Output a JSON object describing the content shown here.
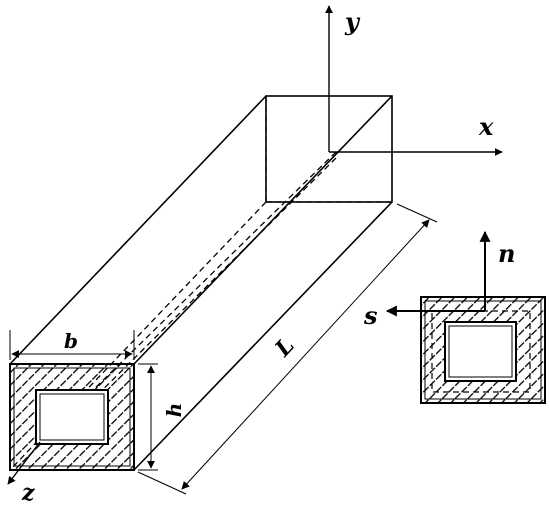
{
  "diagram": {
    "labels": {
      "y_axis": "y",
      "x_axis": "x",
      "z_axis": "z",
      "width": "b",
      "height": "h",
      "length": "L",
      "normal": "n",
      "tangent": "s"
    },
    "colors": {
      "stroke": "#000000",
      "background": "#ffffff"
    }
  }
}
